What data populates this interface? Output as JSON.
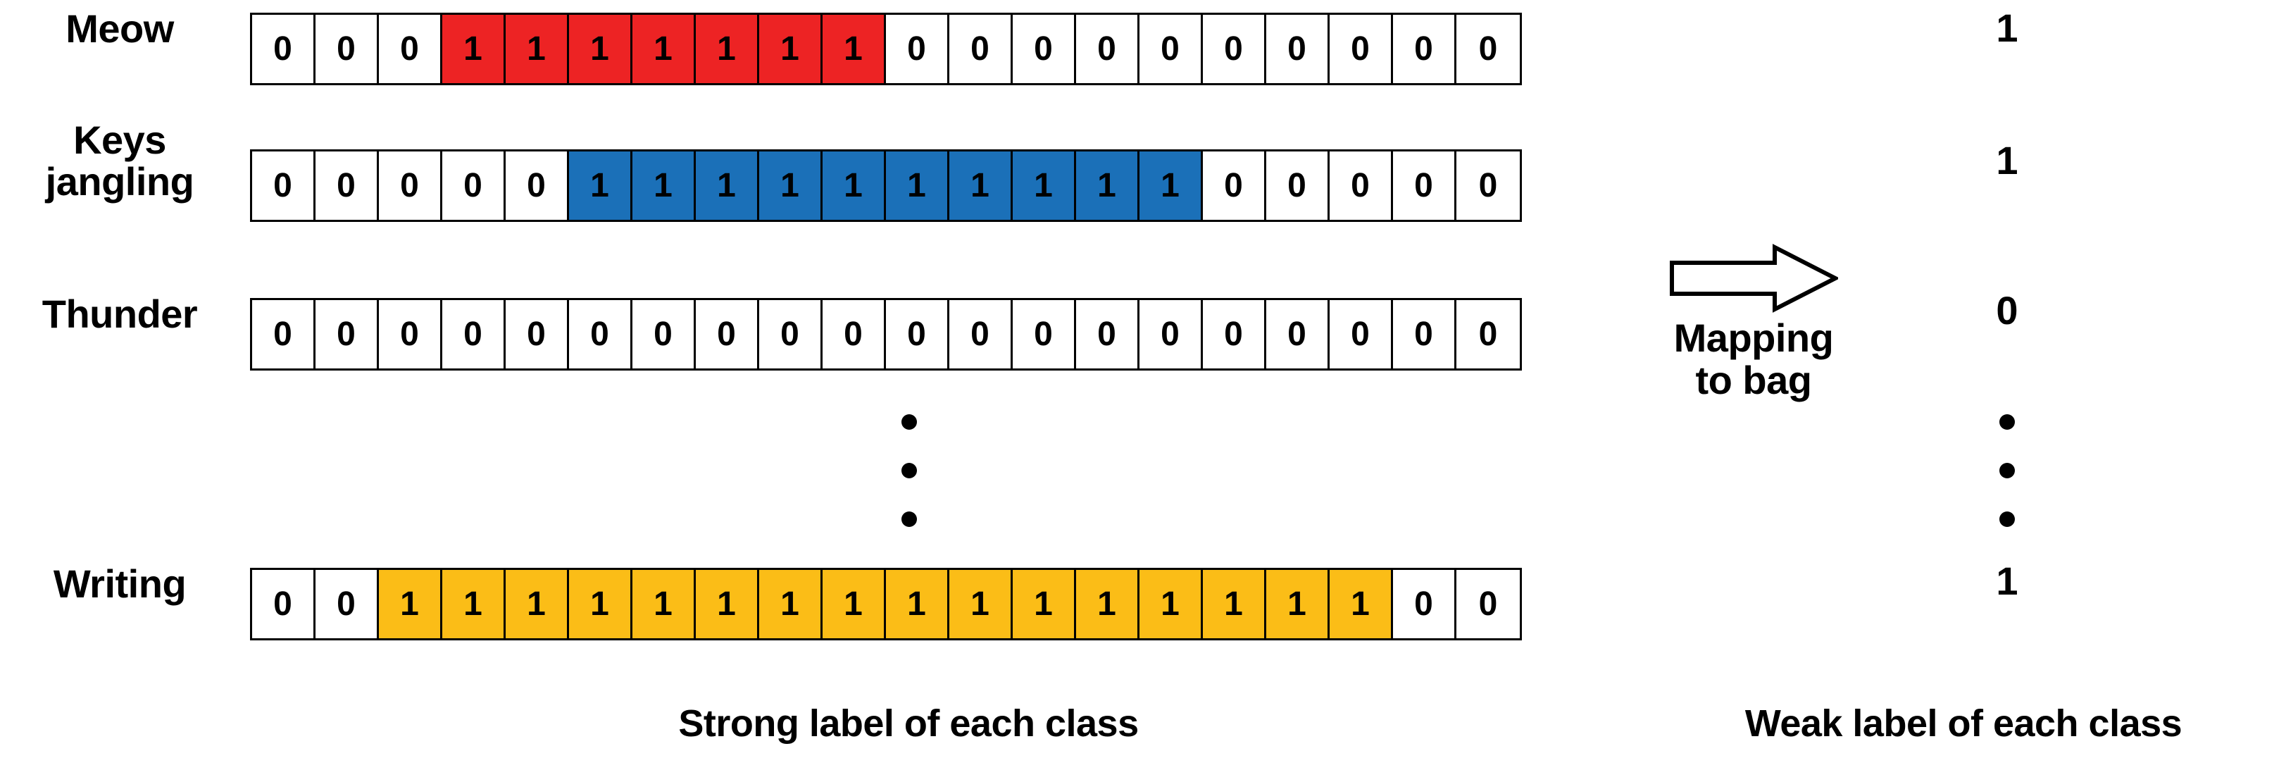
{
  "figure": {
    "colors": {
      "red": "#ED2324",
      "blue": "#1B70B8",
      "yellow": "#FBBD17",
      "empty": "#FFFFFF",
      "border": "#000000",
      "text": "#000000"
    },
    "sequence_length": 20
  },
  "rows": [
    {
      "class_label": "Meow",
      "label_lines": [
        "Meow"
      ],
      "color": "#ED2324",
      "strong_label": [
        0,
        0,
        0,
        1,
        1,
        1,
        1,
        1,
        1,
        1,
        0,
        0,
        0,
        0,
        0,
        0,
        0,
        0,
        0,
        0
      ],
      "weak_label": "1"
    },
    {
      "class_label": "Keys jangling",
      "label_lines": [
        "Keys",
        "jangling"
      ],
      "color": "#1B70B8",
      "strong_label": [
        0,
        0,
        0,
        0,
        0,
        1,
        1,
        1,
        1,
        1,
        1,
        1,
        1,
        1,
        1,
        0,
        0,
        0,
        0,
        0
      ],
      "weak_label": "1"
    },
    {
      "class_label": "Thunder",
      "label_lines": [
        "Thunder"
      ],
      "color": "#ED2324",
      "strong_label": [
        0,
        0,
        0,
        0,
        0,
        0,
        0,
        0,
        0,
        0,
        0,
        0,
        0,
        0,
        0,
        0,
        0,
        0,
        0,
        0
      ],
      "weak_label": "0"
    },
    {
      "class_label": "Writing",
      "label_lines": [
        "Writing"
      ],
      "color": "#FBBD17",
      "strong_label": [
        0,
        0,
        1,
        1,
        1,
        1,
        1,
        1,
        1,
        1,
        1,
        1,
        1,
        1,
        1,
        1,
        1,
        1,
        0,
        0
      ],
      "weak_label": "1"
    }
  ],
  "mapping": {
    "arrow_icon": "right-arrow-outline-icon",
    "lines": [
      "Mapping",
      "to bag"
    ]
  },
  "ellipsis": {
    "dot_count": 3,
    "icon": "vertical-ellipsis-icon"
  },
  "captions": {
    "strong": "Strong label of each class",
    "weak": "Weak label of each class"
  }
}
